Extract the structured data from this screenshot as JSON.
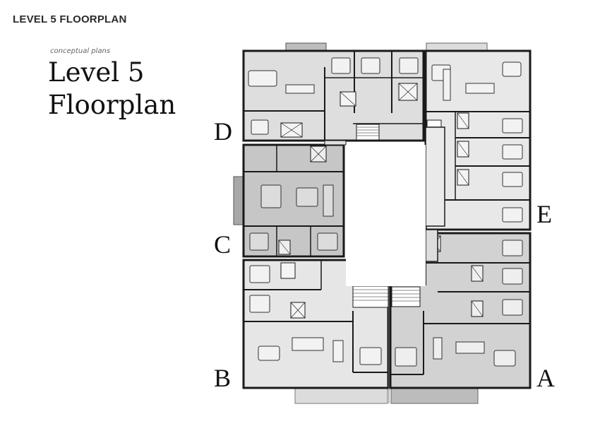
{
  "header": {
    "text": "LEVEL 5 FLOORPLAN"
  },
  "subtitle": "conceptual plans",
  "title": {
    "line1": "Level 5",
    "line2": "Floorplan"
  },
  "units": {
    "a": "A",
    "b": "B",
    "c": "C",
    "d": "D",
    "e": "E"
  },
  "colors": {
    "unit_fill": "#e9e9e9",
    "unit_c_fill": "#c9c9c9",
    "balcony_fill": "#bdbdbd",
    "wall": "#1a1a1a",
    "courtyard": "#ffffff"
  }
}
